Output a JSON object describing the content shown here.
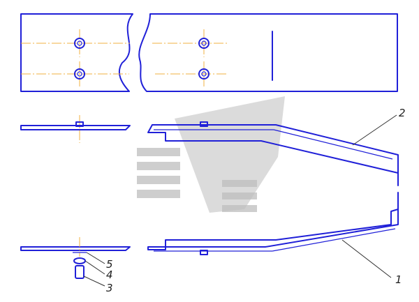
{
  "callouts": [
    {
      "id": "1",
      "label": "1"
    },
    {
      "id": "2",
      "label": "2"
    },
    {
      "id": "3",
      "label": "3"
    },
    {
      "id": "4",
      "label": "4"
    },
    {
      "id": "5",
      "label": "5"
    }
  ],
  "colors": {
    "outline": "#2020d8",
    "centerline": "#f0b040",
    "leader": "#303030",
    "watermark": "#cfcfcf"
  }
}
